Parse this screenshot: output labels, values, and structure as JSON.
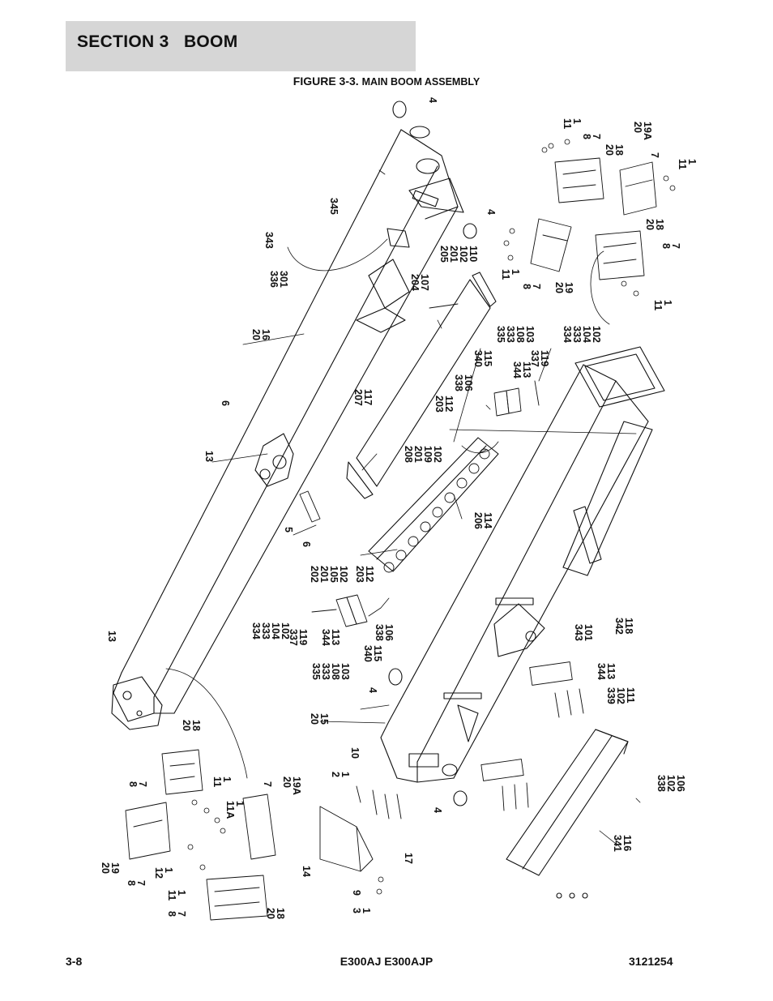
{
  "header": {
    "section_title": "SECTION 3   BOOM"
  },
  "figure": {
    "number": "FIGURE 3-3.",
    "name": "MAIN BOOM ASSEMBLY"
  },
  "callouts": [
    [
      "4"
    ],
    [
      "1",
      "11"
    ],
    [
      "7",
      "8"
    ],
    [
      "18",
      "20"
    ],
    [
      "19A",
      "20"
    ],
    [
      "7"
    ],
    [
      "1",
      "11"
    ],
    [
      "345"
    ],
    [
      "4"
    ],
    [
      "343"
    ],
    [
      "301",
      "336"
    ],
    [
      "110",
      "102",
      "201",
      "205"
    ],
    [
      "107",
      "204"
    ],
    [
      "1",
      "11"
    ],
    [
      "7",
      "8"
    ],
    [
      "19",
      "20"
    ],
    [
      "18",
      "20"
    ],
    [
      "7",
      "8"
    ],
    [
      "1",
      "11"
    ],
    [
      "16",
      "20"
    ],
    [
      "103",
      "108",
      "333",
      "335"
    ],
    [
      "115",
      "340"
    ],
    [
      "113",
      "344"
    ],
    [
      "119",
      "337"
    ],
    [
      "102",
      "104",
      "333",
      "334"
    ],
    [
      "106",
      "338"
    ],
    [
      "117",
      "207"
    ],
    [
      "6"
    ],
    [
      "112",
      "203"
    ],
    [
      "13"
    ],
    [
      "102",
      "109",
      "201",
      "208"
    ],
    [
      "114",
      "206"
    ],
    [
      "5"
    ],
    [
      "6"
    ],
    [
      "102",
      "105",
      "201",
      "202"
    ],
    [
      "112",
      "203"
    ],
    [
      "102",
      "104",
      "333",
      "334"
    ],
    [
      "119",
      "337"
    ],
    [
      "113",
      "344"
    ],
    [
      "103",
      "108",
      "333",
      "335"
    ],
    [
      "115",
      "340"
    ],
    [
      "106",
      "338"
    ],
    [
      "101",
      "343"
    ],
    [
      "118",
      "342"
    ],
    [
      "13"
    ],
    [
      "4"
    ],
    [
      "113",
      "344"
    ],
    [
      "111",
      "102",
      "339"
    ],
    [
      "15",
      "20"
    ],
    [
      "18",
      "20"
    ],
    [
      "10"
    ],
    [
      "1",
      "2"
    ],
    [
      "7",
      "8"
    ],
    [
      "1",
      "11"
    ],
    [
      "7"
    ],
    [
      "19A",
      "20"
    ],
    [
      "1",
      "11A"
    ],
    [
      "106",
      "102",
      "338"
    ],
    [
      "4"
    ],
    [
      "19",
      "20"
    ],
    [
      "7",
      "8"
    ],
    [
      "1",
      "12"
    ],
    [
      "116",
      "341"
    ],
    [
      "14"
    ],
    [
      "17"
    ],
    [
      "1",
      "11"
    ],
    [
      "7",
      "8"
    ],
    [
      "18",
      "20"
    ],
    [
      "1",
      "3"
    ],
    [
      "9"
    ]
  ],
  "footer": {
    "page_number": "3-8",
    "model": "E300AJ E300AJP",
    "part_number": "3121254"
  },
  "colors": {
    "ink": "#111111",
    "banner": "#d6d6d6",
    "paper": "#ffffff"
  }
}
